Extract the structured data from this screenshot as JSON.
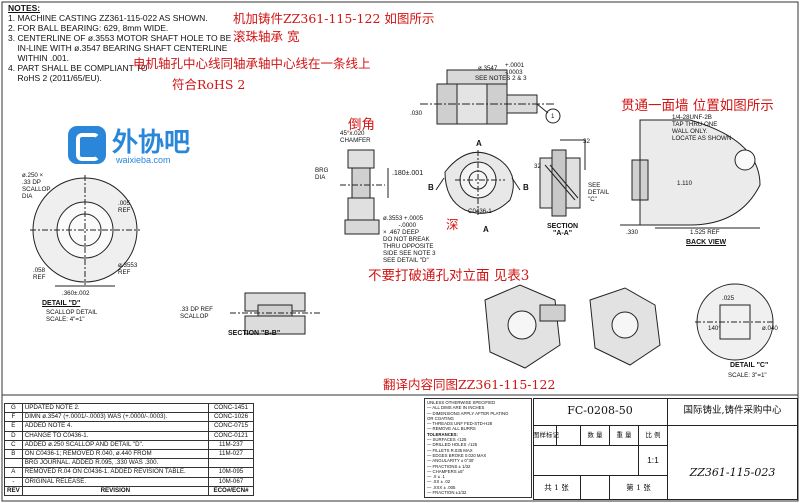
{
  "notes": {
    "heading": "NOTES:",
    "lines": [
      "1. MACHINE CASTING ZZ361-115-022 AS SHOWN.",
      "2. FOR BALL BEARING: 629, 8mm WIDE.",
      "3. CENTERLINE OF ø.3553 MOTOR SHAFT HOLE TO BE",
      "    IN-LINE WITH ø.3547 BEARING SHAFT CENTERLINE",
      "    WITHIN .001.",
      "4. PART SHALL BE COMPLIANT TO",
      "    RoHS 2 (2011/65/EU)."
    ]
  },
  "annotations": {
    "cn1": "机加铸件ZZ361-115-122 如图所示",
    "cn2": "滚珠轴承 宽",
    "cn3": "电机轴孔中心线同轴承轴中心线在一条线上",
    "cn4": "符合RoHS 2",
    "cn5": "倒角",
    "cn6": "贯通一面墙 位置如图所示",
    "cn7": "深",
    "cn8": "不要打破通孔对立面 见表3",
    "cn9": "翻译内容同图ZZ361-115-122"
  },
  "watermark": {
    "name": "外协吧",
    "url": "waixieba.com"
  },
  "dims": {
    "d1": "ø.3547",
    "d1_tol": "+.0001\n-.0003",
    "d1_see": "SEE NOTES 2 & 3",
    "d2": ".030",
    "balloon": "1",
    "chamfer": "45°x.020\nCHAMFER",
    "brg": "BRG\nDIA",
    "h180": ".180±.001",
    "scallop": "ø.250 ×\n.33 DP\nSCALLOP\nDIA",
    "ref005": ".005\nREF",
    "ref058": ".058\nREF",
    "phi3553": "ø.3553\nREF",
    "w360": ".360±.002",
    "detailD": "DETAIL \"D\"",
    "detailD_sub": "SCALLOP DETAIL\nSCALE: 4\"=1\"",
    "motor": "ø.3553 +.0005\n         -.0000\n× .467 DEEP\nDO NOT BREAK\nTHRU OPPOSITE\nSIDE SEE NOTE 3\nSEE DETAIL \"D\"",
    "c0436": "C0436-1",
    "lblA1": "A",
    "lblA2": "A",
    "lblB1": "B",
    "lblB2": "B",
    "sec32a": "32",
    "sec32b": "32",
    "detC_ref": "SEE\nDETAIL\n\"C\"",
    "secAA": "SECTION\n\"A-A\"",
    "tap": "1/4-28UNF-2B\nTAP THRU ONE\nWALL ONLY.\nLOCATE AS SHOWN",
    "h1110": "1.110",
    "d330": ".330",
    "w1525": "1.525 REF",
    "backview": "BACK VIEW",
    "dp33": ".33 DP REF\nSCALLOP",
    "secBB": "SECTION \"B-B\"",
    "d025": ".025",
    "a140": "140°",
    "d40": "ø.040",
    "detailC": "DETAIL \"C\"",
    "detailC_sub": "SCALE: 3\"=1\""
  },
  "revisions": {
    "header": [
      "REV",
      "REVISION",
      "ECO#/ECN#"
    ],
    "rows": [
      [
        "G",
        "UPDATED NOTE 2.",
        "CONC-1451"
      ],
      [
        "F",
        "DIMN ø.3547 (+.0001/-.0003) WAS (+.0000/-.0003).",
        "CONC-1026"
      ],
      [
        "E",
        "ADDED NOTE 4.",
        "CONC-0715"
      ],
      [
        "D",
        "CHANGE TO C0436-1.",
        "CONC-0121"
      ],
      [
        "C",
        "ADDED ø.250 SCALLOP AND DETAIL \"D\".",
        "11M-237"
      ],
      [
        "B",
        "ON C0436-1; REMOVED R.040, ø.440 FROM",
        "11M-027"
      ],
      [
        "",
        "BRG JOURNAL. ADDED R.095, .330 WAS .300.",
        ""
      ],
      [
        "A",
        "REMOVED R.04 ON C0436-1. ADDED REVISION TABLE.",
        "10M-095"
      ],
      [
        "-",
        "ORIGINAL RELEASE.",
        "10M-067"
      ]
    ]
  },
  "tolerances": {
    "lines": [
      "UNLESS OTHERWISE SPECIFIED",
      "— ALL DIMS ARE IN INCHES",
      "— DIMENSIONS APPLY AFTER PLATING",
      "   OR COATING",
      "— THREADS UNF FED-STD-H28",
      "— REMOVE ALL BURRS",
      "TOLERANCES:",
      "— SURFACES √125",
      "— DRILLED HOLES √125",
      "— FILLETS  R.035 MAX",
      "— EDGES  BROKE 0.020 MAX",
      "— ANGULARITY ± 0°30'",
      "— FRACTIONS ± 1/32",
      "— CHAMFERS ±5°",
      "— .X  ± .1",
      "— .XX ± .02",
      "— .XXX ± .005",
      "— FRACTION ±1/32"
    ]
  },
  "titleblock": {
    "part": "FC-0208-50",
    "company": "国际铸业,铸件采购中心",
    "headers": [
      "图样标记",
      "数 量",
      "重 量",
      "比 例"
    ],
    "scale": "1:1",
    "drawing_no": "ZZ361-115-023",
    "total_sheets": "共 1 张",
    "sheet": "第 1 张"
  }
}
